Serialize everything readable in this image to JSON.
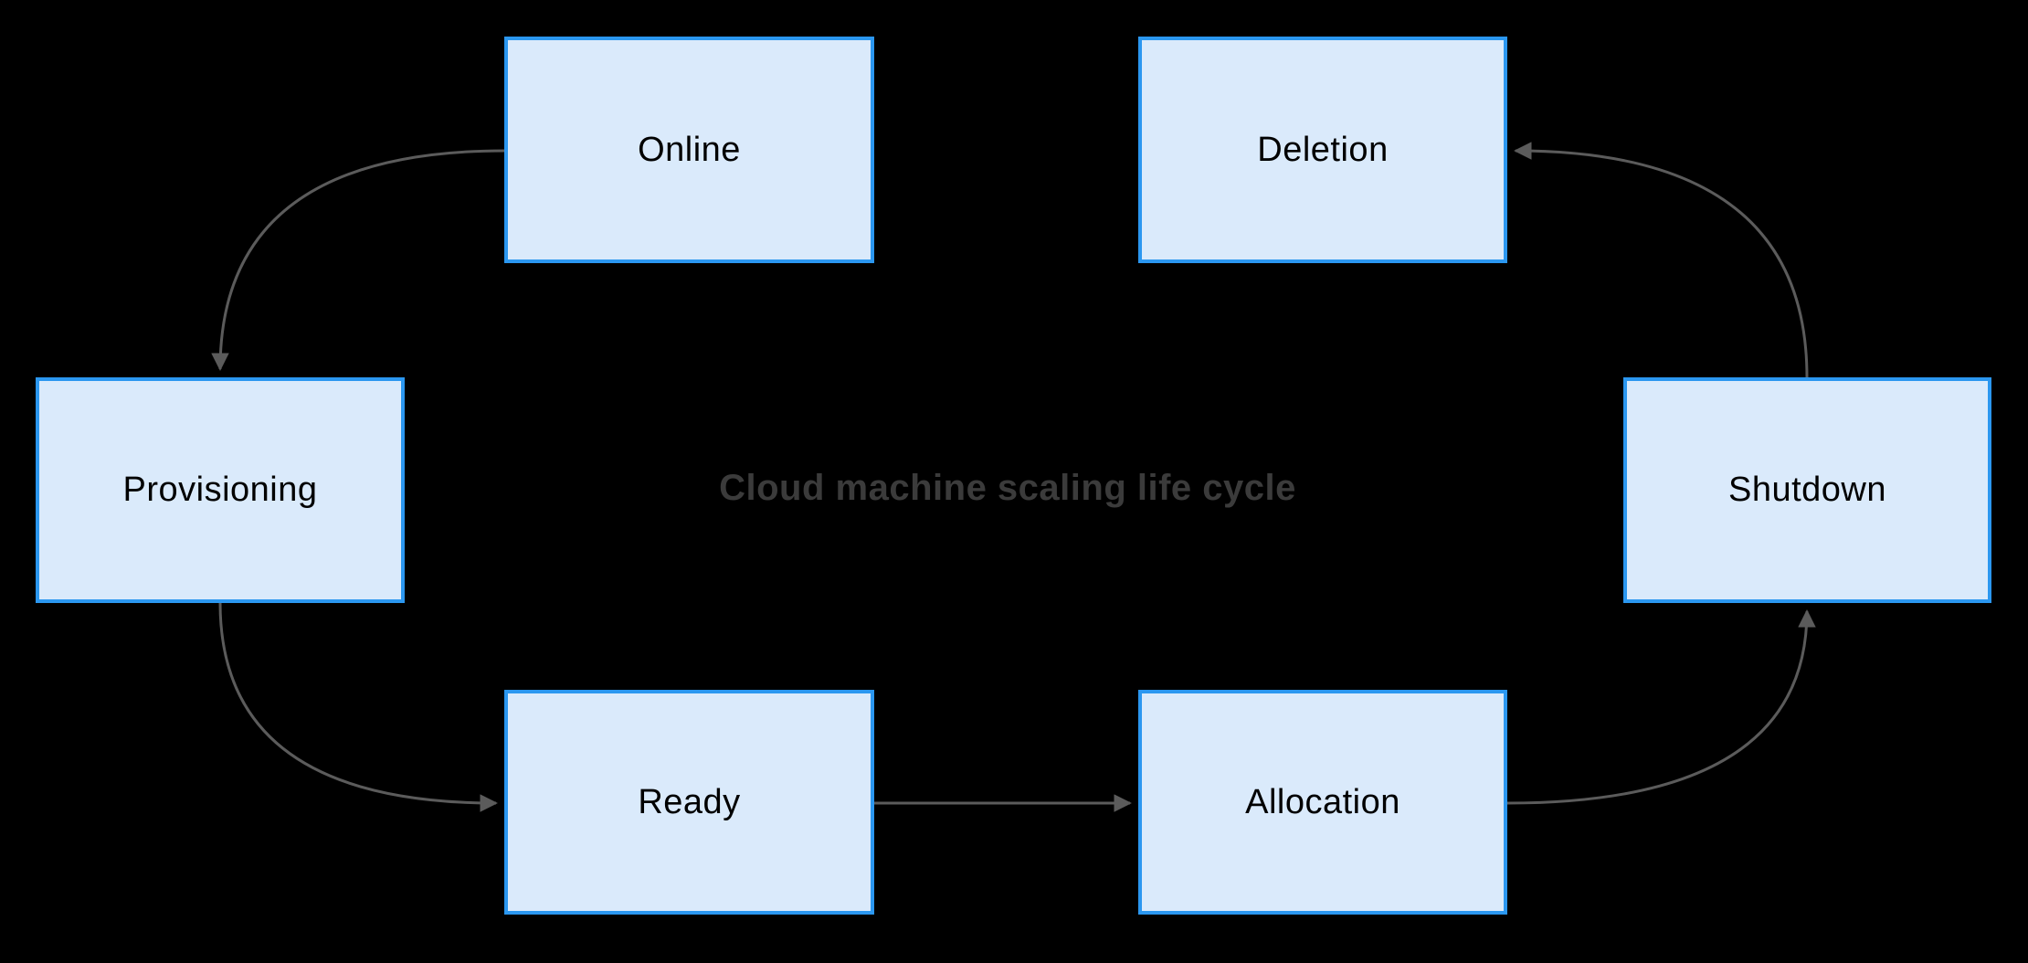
{
  "diagram": {
    "title": "Cloud machine scaling life cycle",
    "type": "state-cycle-flowchart",
    "colors": {
      "background": "#000000",
      "node_fill": "#daeafb",
      "node_border": "#2b97f0",
      "node_text": "#000000",
      "arrow": "#5b5b5b",
      "title_text": "#3b3b3b"
    },
    "nodes": [
      {
        "id": "online",
        "label": "Online"
      },
      {
        "id": "deletion",
        "label": "Deletion"
      },
      {
        "id": "provisioning",
        "label": "Provisioning"
      },
      {
        "id": "shutdown",
        "label": "Shutdown"
      },
      {
        "id": "ready",
        "label": "Ready"
      },
      {
        "id": "allocation",
        "label": "Allocation"
      }
    ],
    "edges": [
      {
        "from": "Online",
        "to": "Provisioning",
        "style": "curved"
      },
      {
        "from": "Provisioning",
        "to": "Ready",
        "style": "curved"
      },
      {
        "from": "Ready",
        "to": "Allocation",
        "style": "straight"
      },
      {
        "from": "Allocation",
        "to": "Shutdown",
        "style": "curved"
      },
      {
        "from": "Shutdown",
        "to": "Deletion",
        "style": "curved"
      }
    ]
  }
}
